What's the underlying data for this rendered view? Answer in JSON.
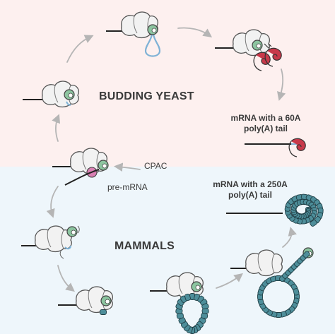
{
  "sections": {
    "yeast": {
      "title": "BUDDING YEAST",
      "background": "#fdf0ef"
    },
    "mammal": {
      "title": "MAMMALS",
      "background": "#eef6fb"
    }
  },
  "labels": {
    "cpac": "CPAC",
    "pre_mrna": "pre-mRNA",
    "yeast_tail_line1": "mRNA with a 60A",
    "yeast_tail_line2": "poly(A) tail",
    "mammal_tail_line1": "mRNA with a 250A",
    "mammal_tail_line2": "poly(A) tail"
  },
  "colors": {
    "cpac_complex": "#f2f2f2",
    "polymerase_green": "#8cc5a0",
    "pab_yeast_red": "#c8394a",
    "pabp_teal": "#4e8e9a",
    "rna_blue": "#7fb2d6",
    "cleavage_pink": "#d97fb3",
    "arrow_gray": "#b5b5b5"
  },
  "icons": [
    "cpac-complex-icon",
    "poly-a-polymerase-icon",
    "pab1-protein-icon",
    "pabpn1-chain-icon",
    "cycle-arrow-icon"
  ]
}
